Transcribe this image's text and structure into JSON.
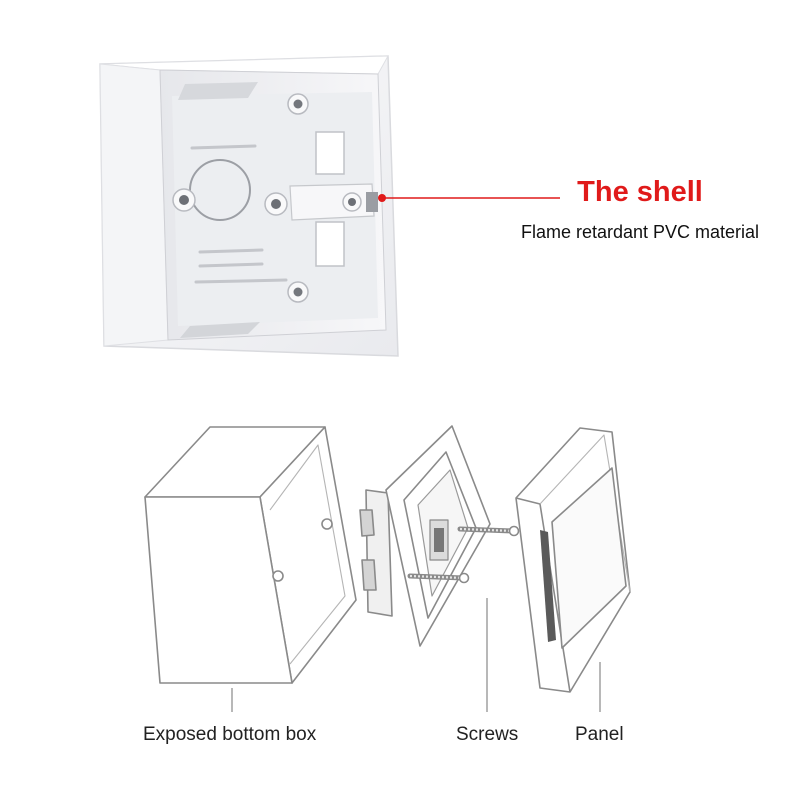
{
  "shell_callout": {
    "title": "The shell",
    "subtitle": "Flame retardant PVC material"
  },
  "captions": {
    "box": "Exposed bottom box",
    "screws": "Screws",
    "panel": "Panel"
  },
  "colors": {
    "accent": "#e01a1a",
    "line_art": "#8a8a8a",
    "box_plastic": "#f2f2f4"
  }
}
